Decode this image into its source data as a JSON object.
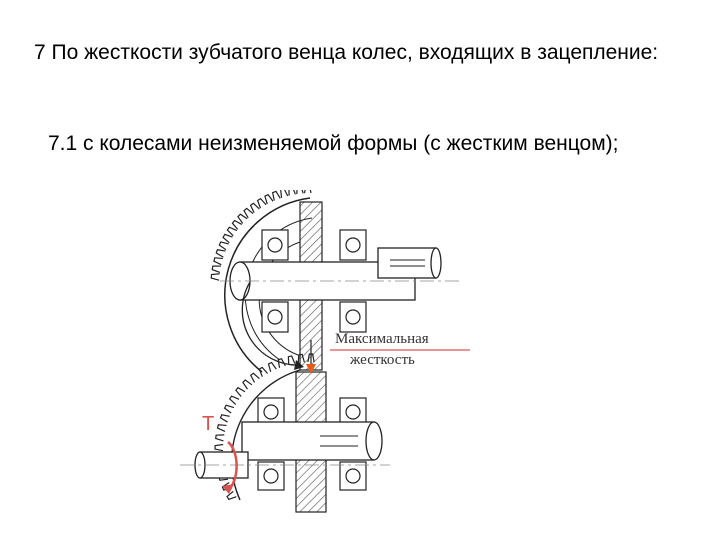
{
  "slide": {
    "heading": "7   По жесткости зубчатого венца колес, входящих в зацепление:",
    "subheading": "7.1  с колесами неизменяемой формы (с жестким венцом);"
  },
  "figure": {
    "annotation_line1": "Максимальная",
    "annotation_line2": "жесткость",
    "torque_label": "T",
    "colors": {
      "torque": "#d9534f",
      "arrow": "#e8591a",
      "outline": "#222222",
      "hatch": "#555555"
    }
  }
}
